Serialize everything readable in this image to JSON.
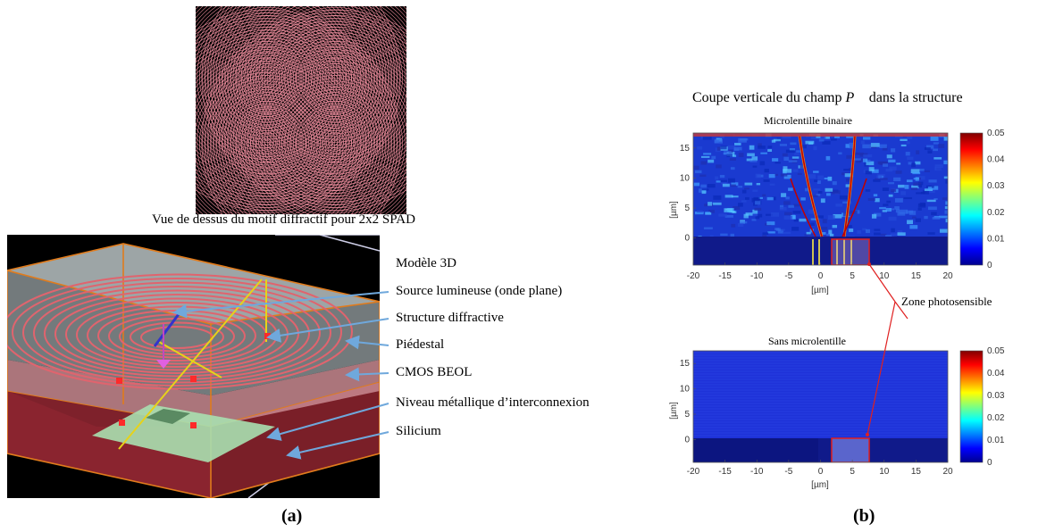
{
  "panel_a": {
    "top_view_caption": "Vue de dessus du motif diffractif pour 2x2 SPAD",
    "model_title": "Modèle 3D",
    "callouts": [
      "Source lumineuse (onde plane)",
      "Structure diffractive",
      "Piédestal",
      "CMOS BEOL",
      "Niveau métallique d’interconnexion",
      "Silicium"
    ],
    "caption": "(a)"
  },
  "panel_b": {
    "title_prefix": "Coupe verticale du champ",
    "title_symbol": "P⃗",
    "title_suffix": "dans la structure",
    "zone_label": "Zone photosensible",
    "caption": "(b)",
    "plots": [
      {
        "title": "Microlentille binaire",
        "ylabel": "[µm]",
        "xlabel": "[µm]",
        "x_ticks": [
          "-20",
          "-15",
          "-10",
          "-5",
          "0",
          "5",
          "10",
          "15",
          "20"
        ],
        "y_ticks": [
          "15",
          "10",
          "5",
          "0"
        ],
        "colorbar_ticks": [
          "0.05",
          "0.04",
          "0.03",
          "0.02",
          "0.01",
          "0"
        ]
      },
      {
        "title": "Sans microlentille",
        "ylabel": "[µm]",
        "xlabel": "[µm]",
        "x_ticks": [
          "-20",
          "-15",
          "-10",
          "-5",
          "0",
          "5",
          "10",
          "15",
          "20"
        ],
        "y_ticks": [
          "15",
          "10",
          "5",
          "0"
        ],
        "colorbar_ticks": [
          "0.05",
          "0.04",
          "0.03",
          "0.02",
          "0.01",
          "0"
        ]
      }
    ]
  }
}
